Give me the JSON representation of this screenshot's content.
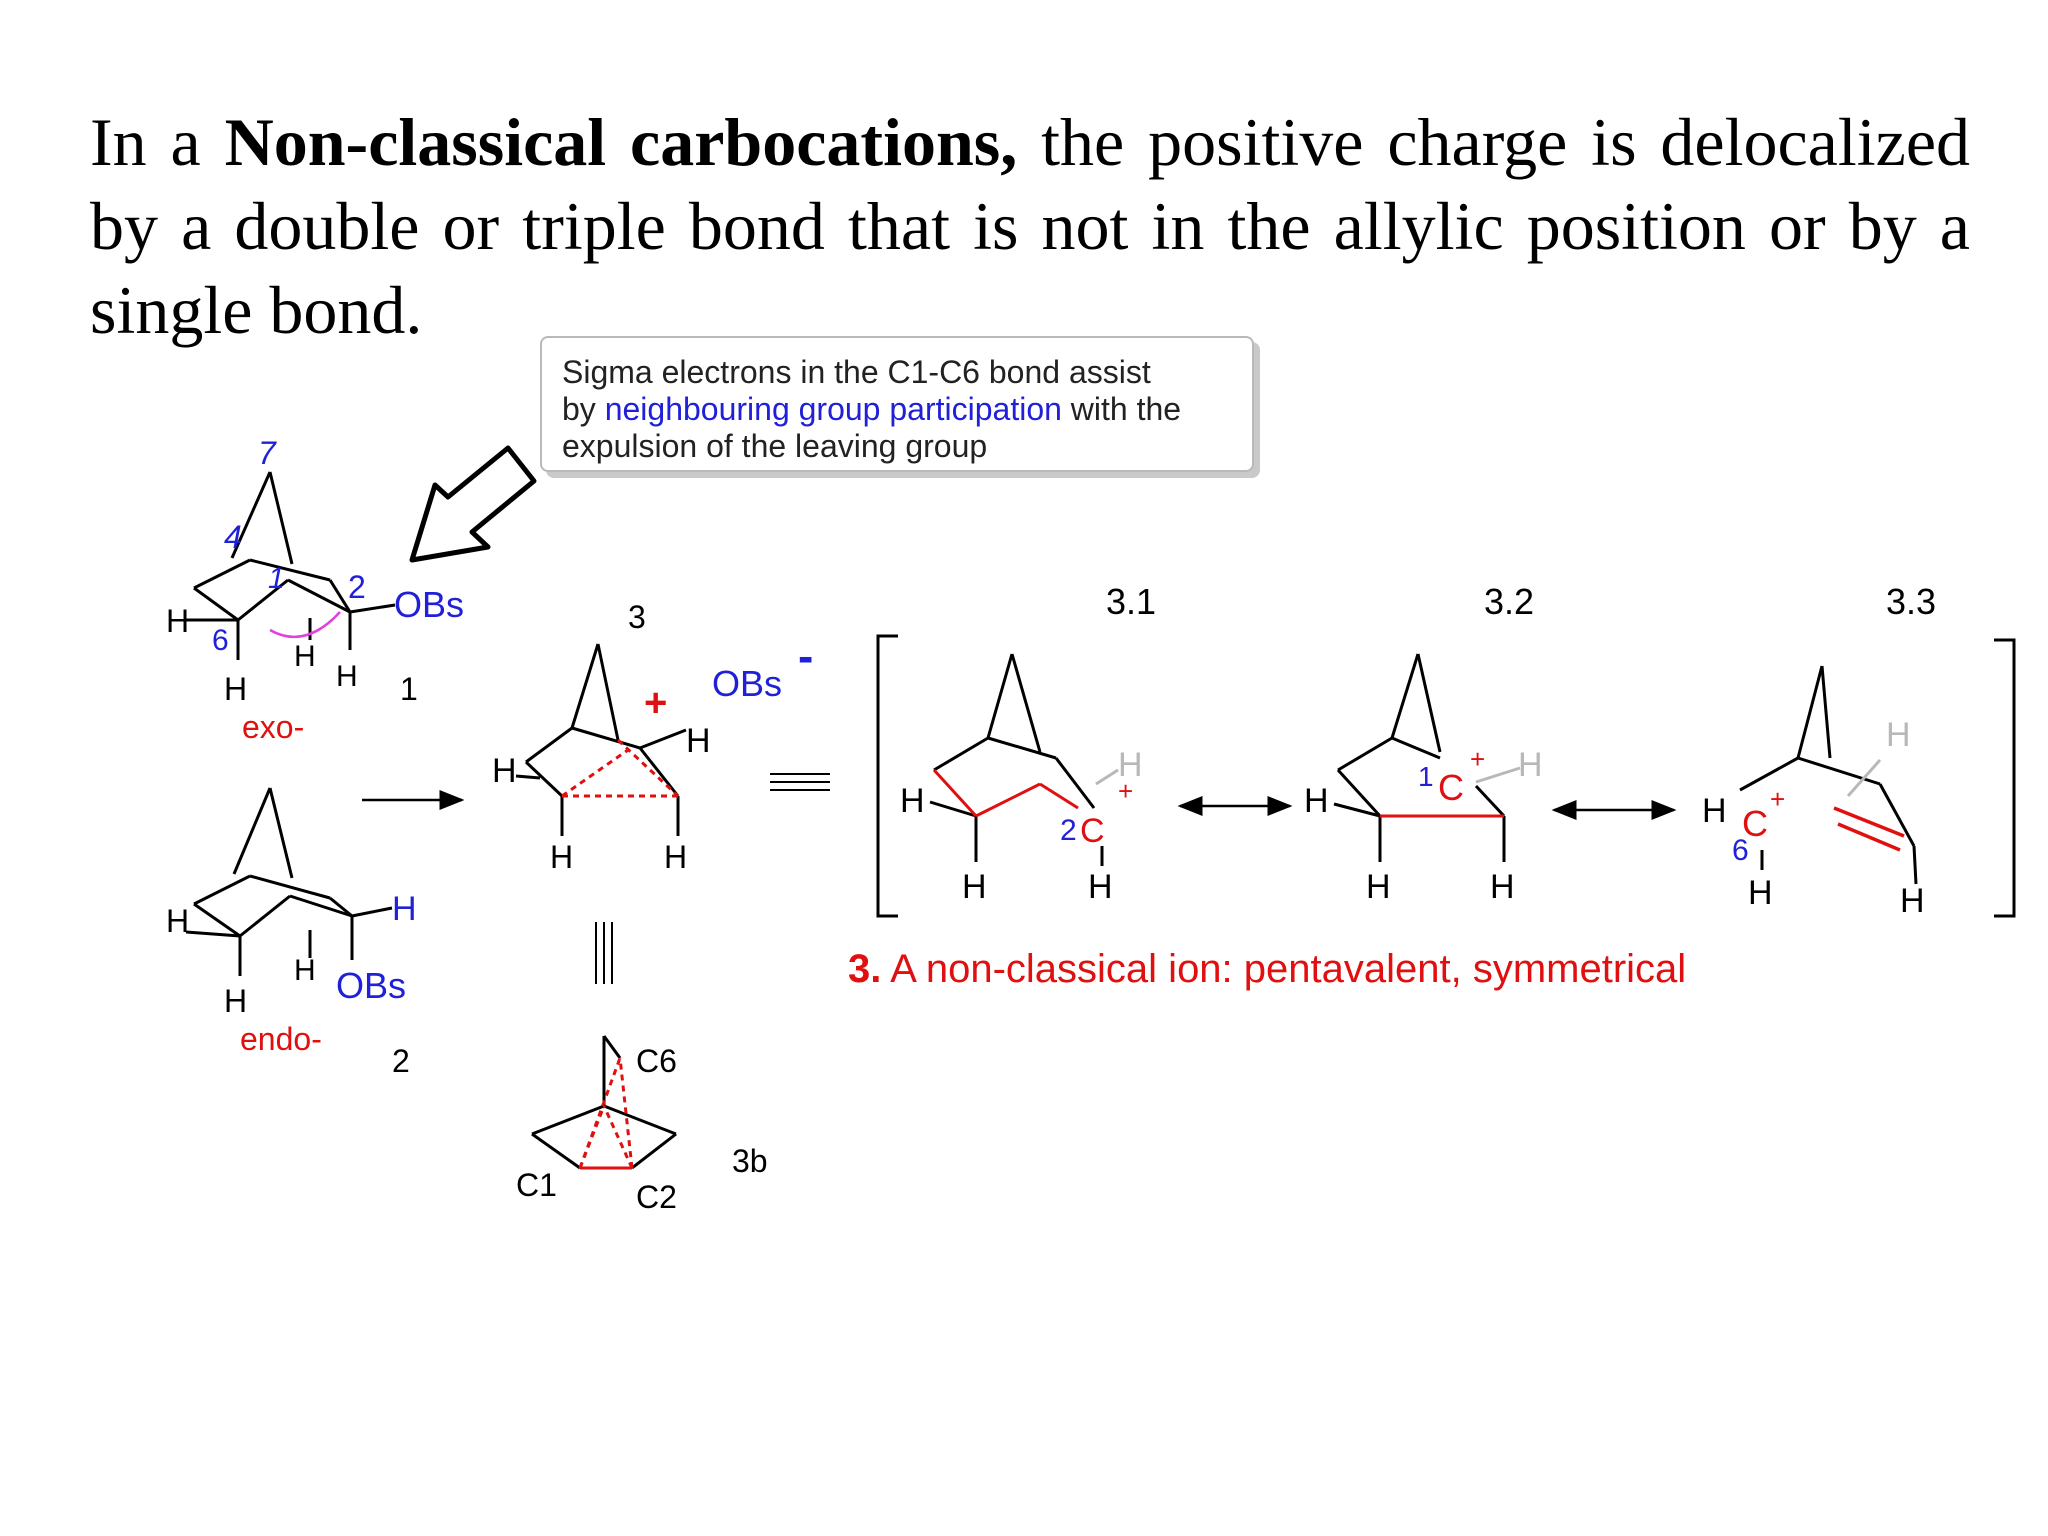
{
  "heading": {
    "pre": "In a ",
    "bold": "Non-classical carbocations,",
    "post": " the positive charge is delocalized by a double or triple bond that is not in the allylic position or by a single bond."
  },
  "callout": {
    "line1": "Sigma electrons in the C1-C6 bond assist",
    "line2_pre": "by ",
    "line2_link": "neighbouring group participation",
    "line2_post": " with the",
    "line3": "expulsion of the leaving group"
  },
  "labels": {
    "H": "H",
    "OBs": "OBs",
    "minus": "-",
    "plus": "+",
    "C": "C",
    "n1": "1",
    "n2": "2",
    "n3": "3",
    "n4": "4",
    "n6": "6",
    "n7": "7",
    "exo": "exo-",
    "endo": "endo-",
    "c1": "C1",
    "c2": "C2",
    "c6": "C6",
    "s31": "3.1",
    "s32": "3.2",
    "s33": "3.3",
    "s3b": "3b"
  },
  "caption": {
    "num": "3.",
    "text": " A non-classical ion: pentavalent, symmetrical"
  },
  "colors": {
    "black": "#000000",
    "blue": "#2020d8",
    "red": "#e01010",
    "magenta": "#e040e0",
    "gray": "#b8b8b8"
  }
}
